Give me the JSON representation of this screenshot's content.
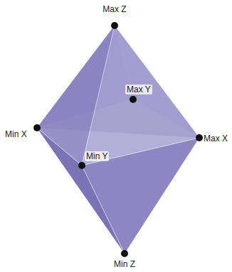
{
  "diagram": {
    "labels": [
      "Max Z",
      "Max Y",
      "Min X",
      "Max X",
      "Min Y",
      "Min Z"
    ]
  }
}
